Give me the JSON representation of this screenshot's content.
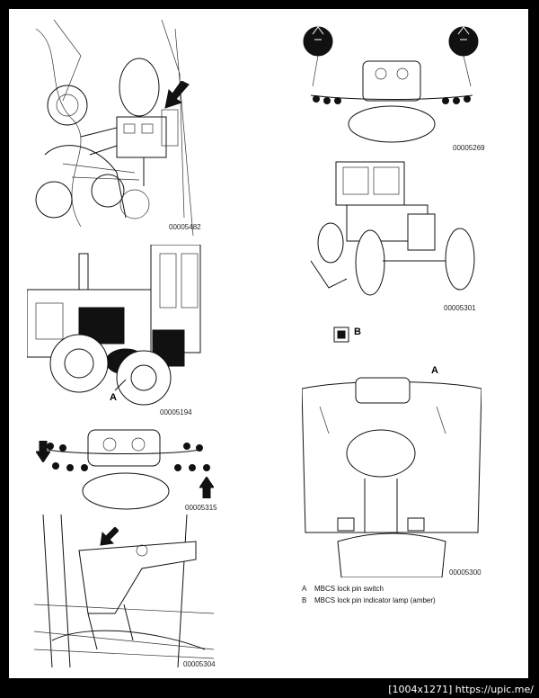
{
  "figures": {
    "hydraulic_block": {
      "id": "00005482"
    },
    "machine_side": {
      "id": "00005194",
      "callout": "A"
    },
    "dash_lights": {
      "id": "00005315"
    },
    "frame_detail": {
      "id": "00005304"
    },
    "dash_top": {
      "id": "00005269"
    },
    "grader_rear": {
      "id": "00005301"
    },
    "cab_interior": {
      "id": "00005300",
      "callout_a": "A",
      "callout_b": "B"
    }
  },
  "legend": [
    {
      "key": "A",
      "text": "MBCS lock pin switch"
    },
    {
      "key": "B",
      "text": "MBCS lock pin indicator lamp (amber)"
    }
  ],
  "footer": "[1004x1271] https://upic.me/",
  "icons": [
    "arrow-icon",
    "lamp-icon",
    "switch-icon"
  ]
}
